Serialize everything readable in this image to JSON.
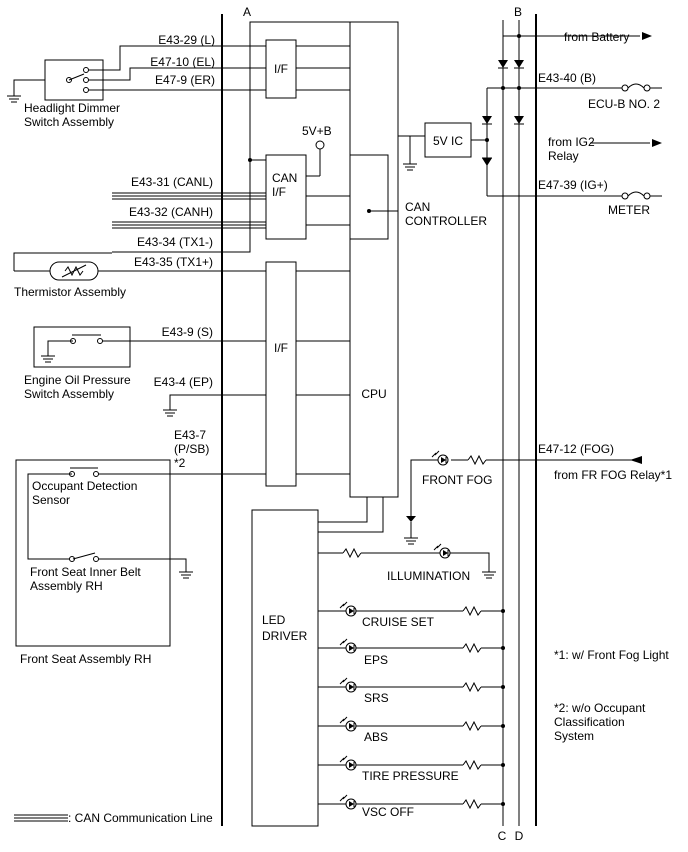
{
  "rails": {
    "a": "A",
    "b": "B",
    "c": "C",
    "d": "D"
  },
  "blocks": {
    "if_top": "I/F",
    "can_if_line1": "CAN",
    "can_if_line2": "I/F",
    "if_mid": "I/F",
    "cpu": "CPU",
    "can_controller_line1": "CAN",
    "can_controller_line2": "CONTROLLER",
    "ic_5v": "5V IC",
    "led_driver_line1": "LED",
    "led_driver_line2": "DRIVER",
    "supply_5vb": "5V+B"
  },
  "pins": {
    "e43_29": "E43-29 (L)",
    "e47_10": "E47-10 (EL)",
    "e47_9": "E47-9 (ER)",
    "e43_31": "E43-31 (CANL)",
    "e43_32": "E43-32 (CANH)",
    "e43_34": "E43-34 (TX1-)",
    "e43_35": "E43-35 (TX1+)",
    "e43_9": "E43-9 (S)",
    "e43_4": "E43-4 (EP)",
    "e43_7_line1": "E43-7",
    "e43_7_line2": "(P/SB)",
    "e43_7_line3": "*2",
    "e43_40": "E43-40 (B)",
    "e47_39": "E47-39 (IG+)",
    "e47_12": "E47-12 (FOG)"
  },
  "components": {
    "headlight_line1": "Headlight Dimmer",
    "headlight_line2": "Switch Assembly",
    "thermistor": "Thermistor Assembly",
    "oil_line1": "Engine Oil Pressure",
    "oil_line2": "Switch Assembly",
    "occupant_line1": "Occupant Detection",
    "occupant_line2": "Sensor",
    "belt_line1": "Front Seat Inner Belt",
    "belt_line2": "Assembly RH",
    "seat_assembly": "Front Seat Assembly RH"
  },
  "supplies": {
    "from_battery": "from Battery",
    "ecu_b": "ECU-B NO. 2",
    "from_ig2_line1": "from IG2",
    "from_ig2_line2": "Relay",
    "meter": "METER",
    "from_fog_relay": "from FR FOG Relay*1"
  },
  "indicators": {
    "front_fog": "FRONT FOG",
    "illumination": "ILLUMINATION",
    "cruise_set": "CRUISE SET",
    "eps": "EPS",
    "srs": "SRS",
    "abs": "ABS",
    "tire_pressure": "TIRE PRESSURE",
    "vsc_off": "VSC OFF"
  },
  "notes": {
    "note1": "*1: w/ Front Fog Light",
    "note2_line1": "*2: w/o Occupant",
    "note2_line2": "Classification",
    "note2_line3": "System"
  },
  "legend": {
    "can_line": ": CAN Communication Line"
  }
}
